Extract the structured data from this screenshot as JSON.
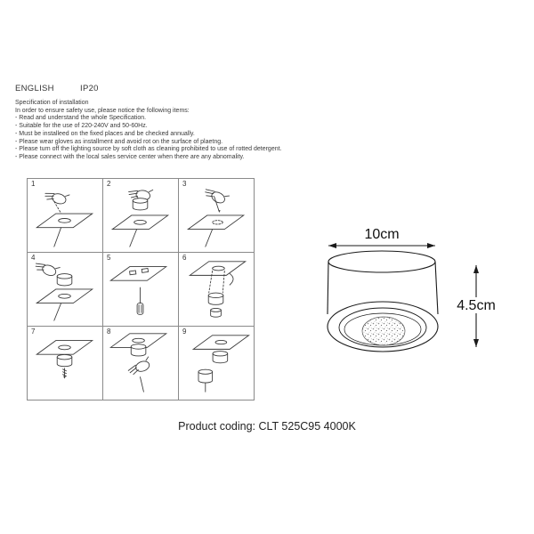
{
  "header": {
    "language": "ENGLISH",
    "ip_rating": "IP20"
  },
  "spec": {
    "title": "Specification of installation",
    "intro": "In order to ensure safety use, please notice the following items:",
    "items": [
      "- Read and understand the whole Specification.",
      "- Suitable for the use of 220-240V and 50-60Hz.",
      "- Must be installeed on the fixed places and be checked annually.",
      "- Please wear gloves as installment and avoid rot on the surface of plaetng.",
      "- Please turn off the lighting source by soft cloth as cleaning prohibited to use of rotted detergent.",
      "- Please connect with the local sales service center when there are any abnomality."
    ]
  },
  "steps": [
    "1",
    "2",
    "3",
    "4",
    "5",
    "6",
    "7",
    "8",
    "9"
  ],
  "dimensions": {
    "width": "10cm",
    "height": "4.5cm"
  },
  "footer": {
    "product_coding": "Product coding: CLT 525C95 4000K"
  },
  "colors": {
    "background": "#ffffff",
    "line": "#333333",
    "text": "#222222"
  }
}
